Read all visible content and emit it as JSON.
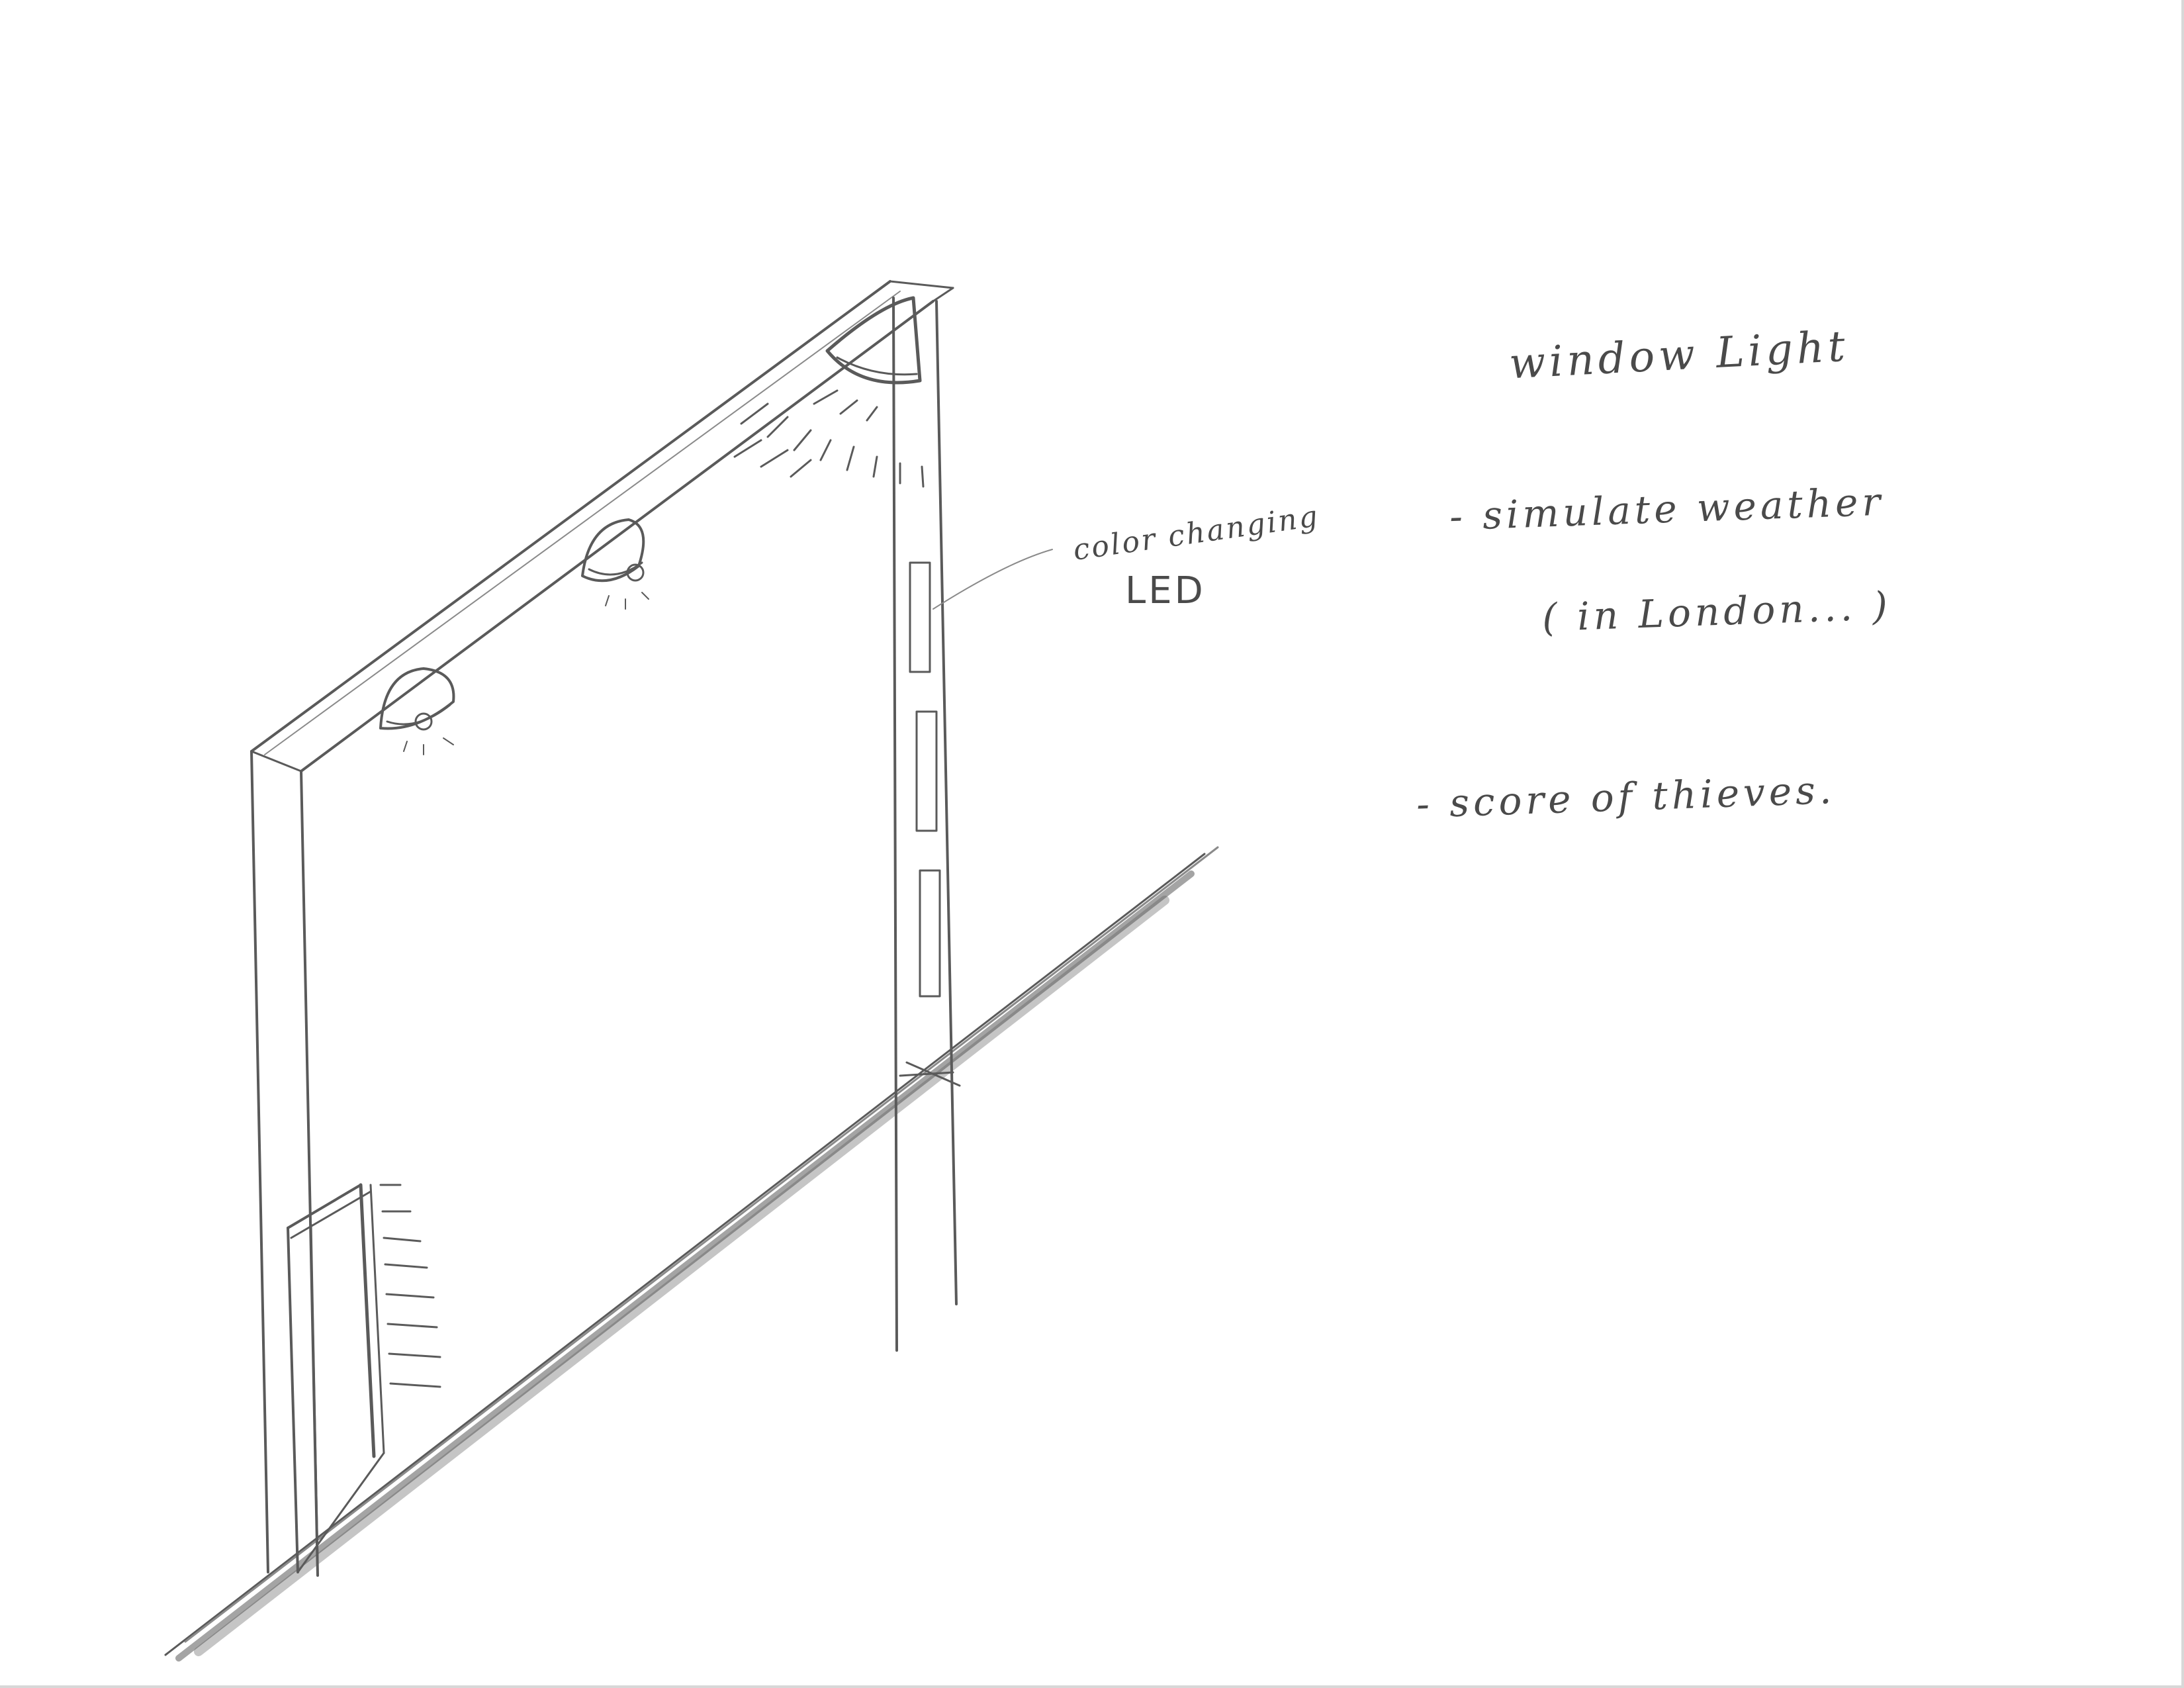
{
  "notes": {
    "title": "window Light",
    "item1_line1": "- simulate weather",
    "item1_line2": "( in London... )",
    "item2": "- score of thieves."
  },
  "callout": {
    "line1": "color changing",
    "line2": "LED"
  },
  "colors": {
    "pencil": "#5a5a5a",
    "paper": "#ffffff"
  }
}
